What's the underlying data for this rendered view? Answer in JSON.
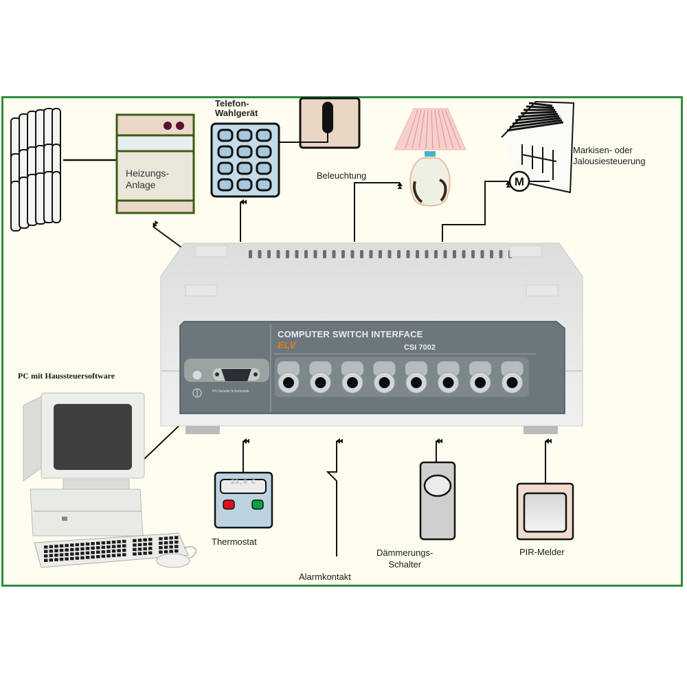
{
  "diagram": {
    "title": "Computer Switch Interface Hausautomation",
    "frame_color": "#2e8b3e",
    "background_color": "#fffdf0",
    "device": {
      "panel_title": "COMPUTER SWITCH INTERFACE",
      "brand": "ELV",
      "brand_color": "#e87a1a",
      "model": "CSI 7002",
      "serial_port_label": "PC-Serielle Schnittstelle",
      "jack_count": 8
    },
    "outputs": [
      {
        "id": "heating",
        "label": "Heizungs-\nAnlage"
      },
      {
        "id": "phone-dialer",
        "label": "Telefon-\nWahlgerät"
      },
      {
        "id": "lighting",
        "label": "Beleuchtung"
      },
      {
        "id": "blinds",
        "label": "Markisen- oder\nJalousiesteuerung",
        "motor_symbol": "M"
      }
    ],
    "inputs": [
      {
        "id": "thermostat",
        "label": "Thermostat",
        "display": "23,9 C"
      },
      {
        "id": "alarm-contact",
        "label": "Alarmkontakt"
      },
      {
        "id": "twilight-switch",
        "label": "Dämmerungs-\nSchalter"
      },
      {
        "id": "pir",
        "label": "PIR-Melder"
      }
    ],
    "pc": {
      "label": "PC mit Haussteuersoftware"
    }
  }
}
